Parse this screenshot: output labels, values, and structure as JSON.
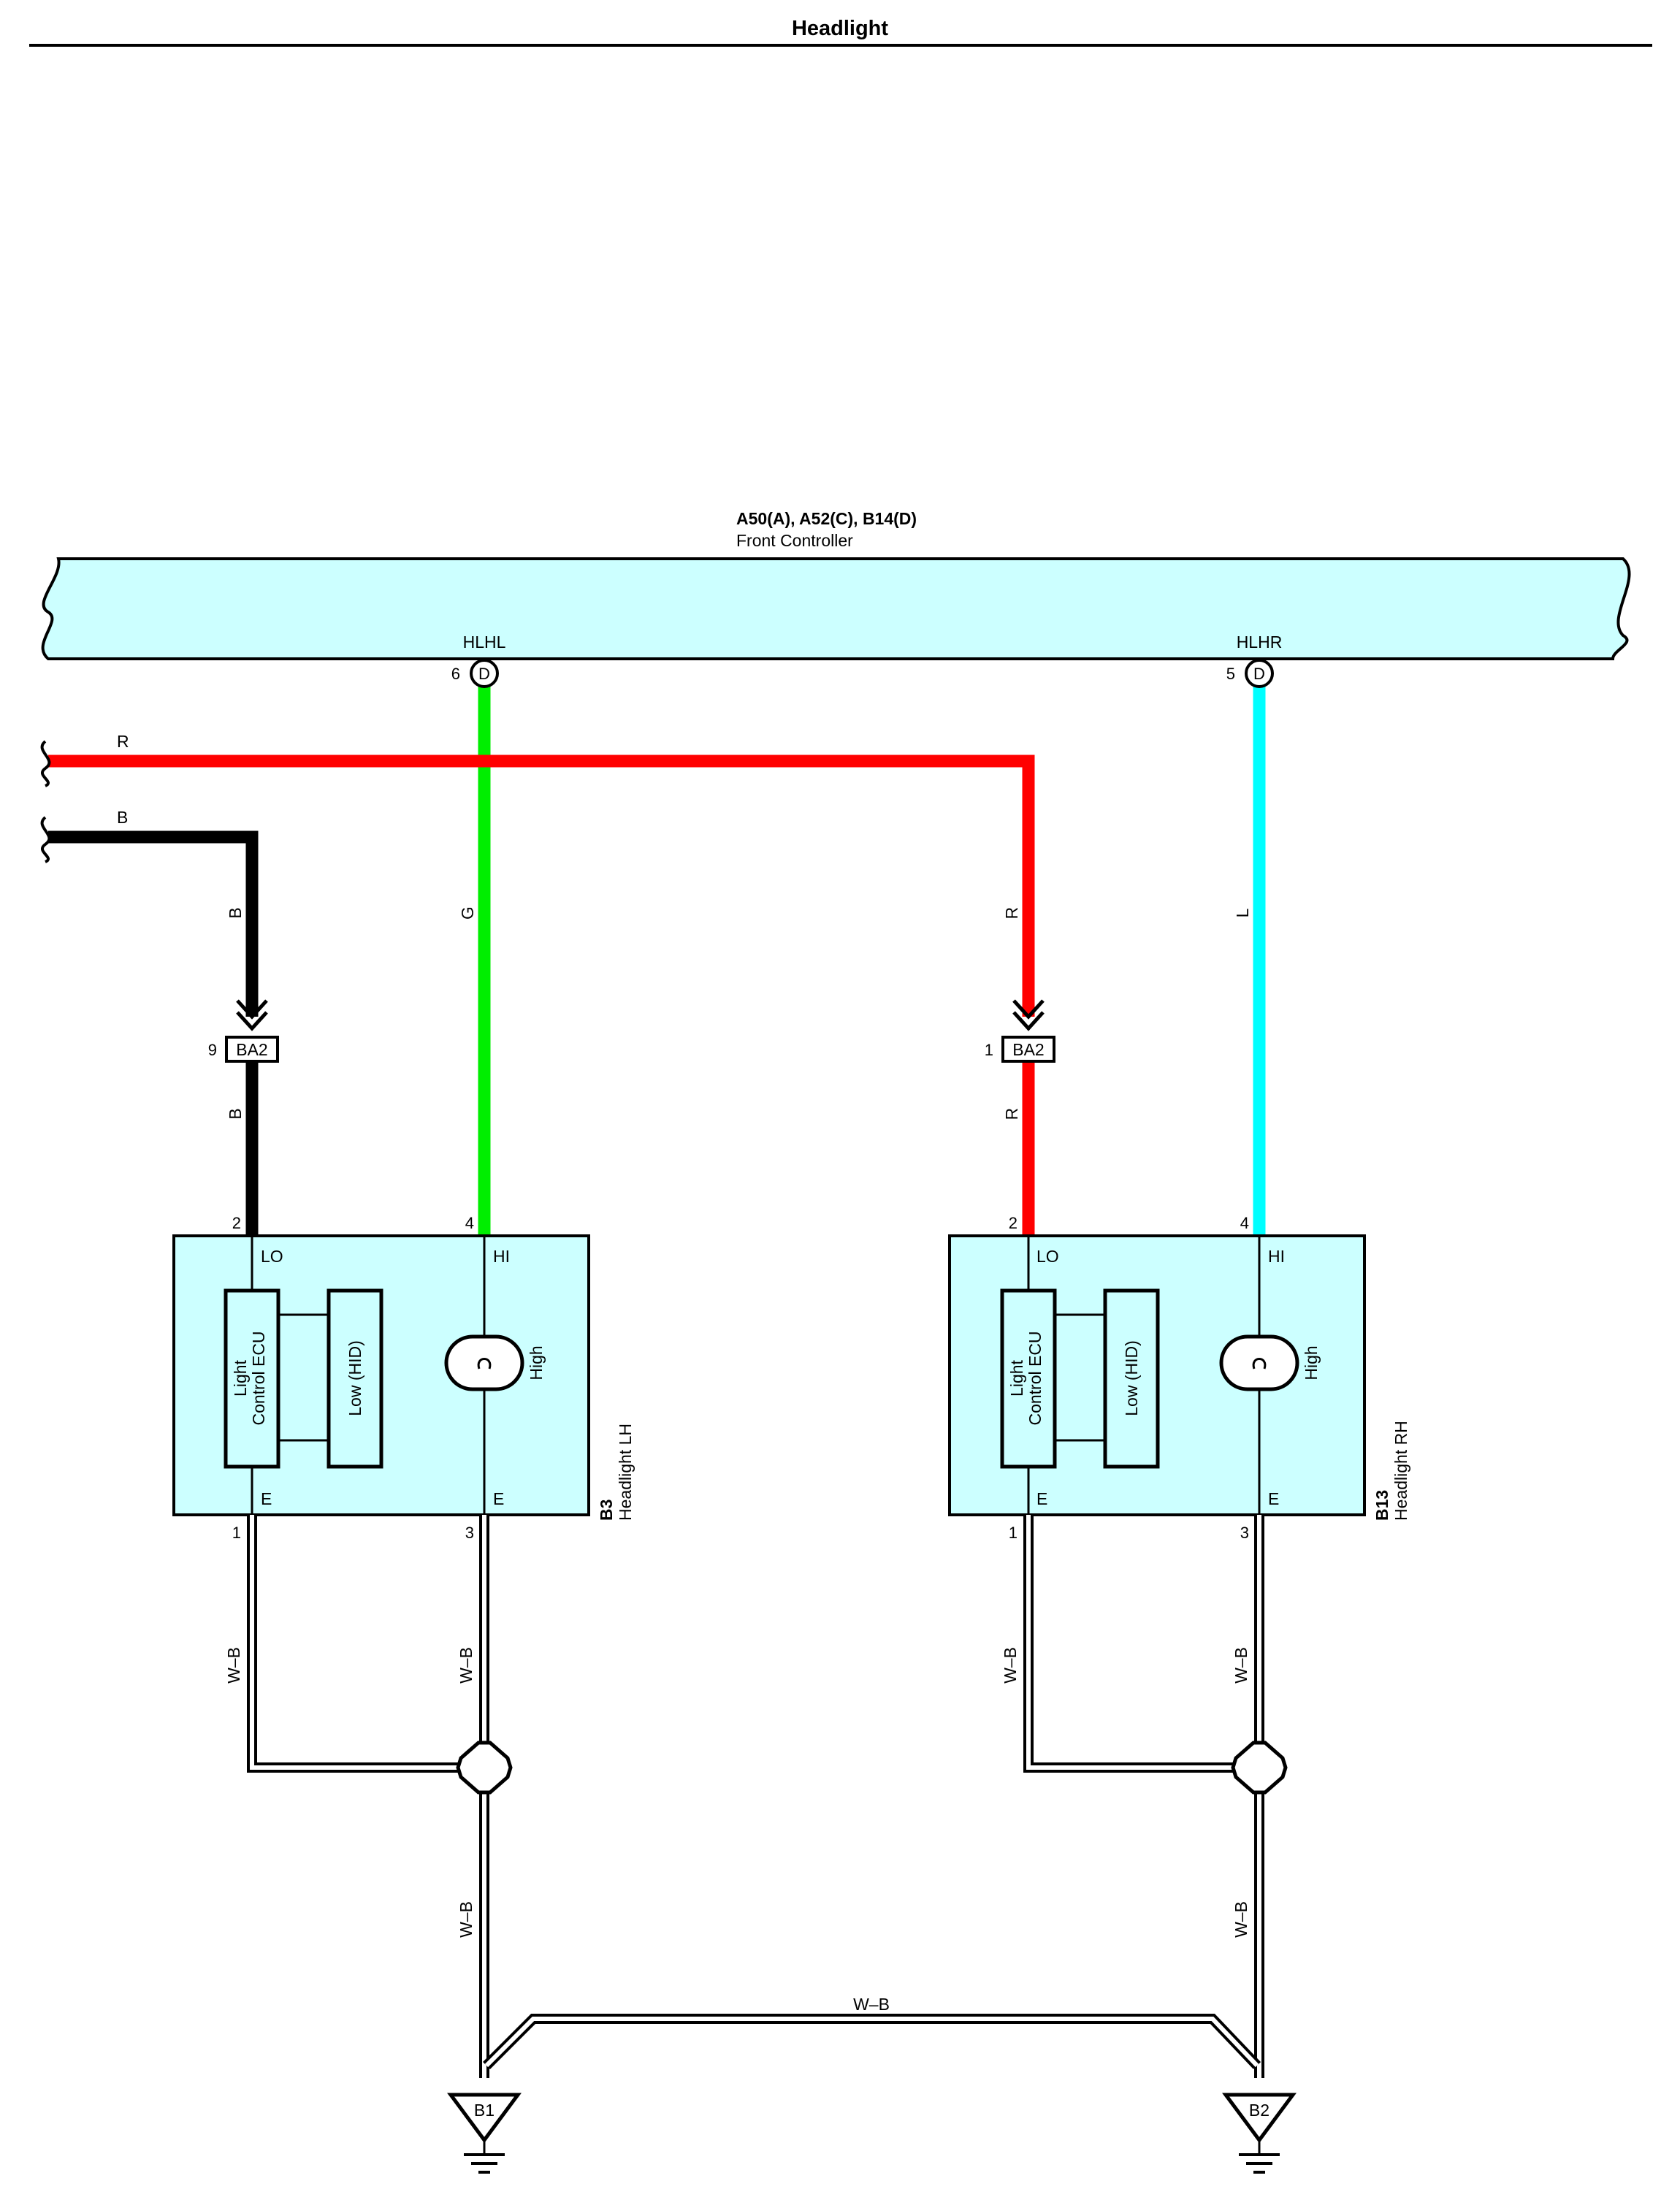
{
  "page": {
    "title": "Headlight"
  },
  "controller": {
    "code": "A50(A), A52(C), B14(D)",
    "name": "Front Controller",
    "terminals": [
      {
        "name": "HLHL",
        "pin": "6",
        "connector": "D"
      },
      {
        "name": "HLHR",
        "pin": "5",
        "connector": "D"
      }
    ]
  },
  "harness_wires": [
    {
      "color_code": "R",
      "color": "#ff0000"
    },
    {
      "color_code": "B",
      "color": "#000000"
    }
  ],
  "wires": {
    "hlhl_color_code": "G",
    "hlhl_color": "#00ee00",
    "hlhr_color_code": "L",
    "hlhr_color": "#00ffff",
    "left_lo_color_code": "B",
    "right_lo_color_code": "R",
    "ground_color_code": "W–B"
  },
  "junctions": [
    {
      "id": "BA2",
      "pin": "9"
    },
    {
      "id": "BA2",
      "pin": "1"
    }
  ],
  "headlights": [
    {
      "code": "B3",
      "name": "Headlight LH",
      "pins": {
        "lo": "2",
        "hi": "4",
        "e1": "1",
        "e2": "3"
      },
      "terminals": {
        "lo": "LO",
        "hi": "HI",
        "e1": "E",
        "e2": "E"
      },
      "ecu_label": [
        "Light",
        "Control ECU"
      ],
      "low_label": "Low (HID)",
      "high_label": "High"
    },
    {
      "code": "B13",
      "name": "Headlight RH",
      "pins": {
        "lo": "2",
        "hi": "4",
        "e1": "1",
        "e2": "3"
      },
      "terminals": {
        "lo": "LO",
        "hi": "HI",
        "e1": "E",
        "e2": "E"
      },
      "ecu_label": [
        "Light",
        "Control ECU"
      ],
      "low_label": "Low (HID)",
      "high_label": "High"
    }
  ],
  "grounds": [
    {
      "id": "B1"
    },
    {
      "id": "B2"
    }
  ],
  "colors": {
    "component_fill": "#ccffff",
    "line": "#000000"
  }
}
